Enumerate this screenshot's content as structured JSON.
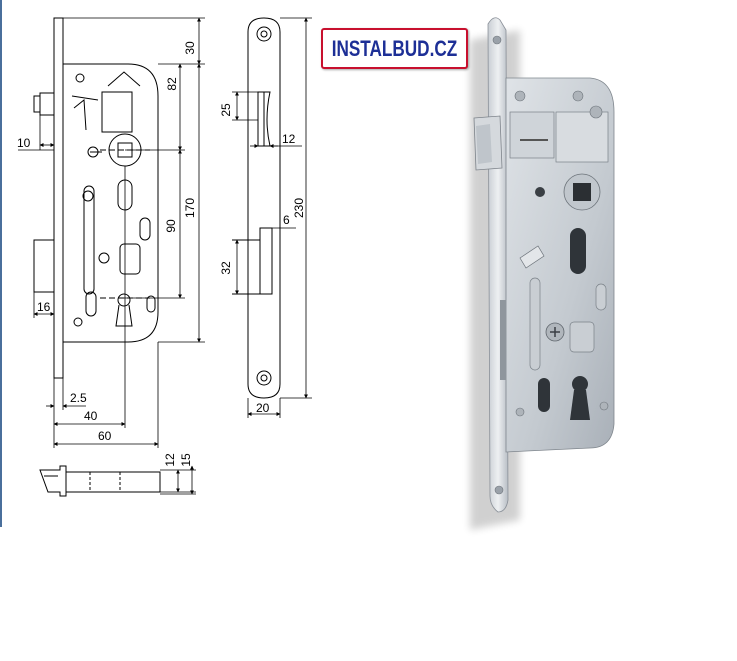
{
  "brand": {
    "logo_text": "INSTALBUD.CZ",
    "border_color": "#c8102e",
    "text_color": "#1d2f96"
  },
  "dimensions": {
    "front_view": [
      "30",
      "82",
      "170",
      "90",
      "10",
      "16",
      "2.5",
      "40",
      "60"
    ],
    "side_view": [
      "25",
      "12",
      "6",
      "230",
      "32",
      "20"
    ],
    "bottom_view": [
      "12",
      "15"
    ]
  },
  "colors": {
    "line": "#000000",
    "plate_light": "#e9ecef",
    "plate_dark": "#aeb5bd",
    "accent_bar": "#4a6f9c"
  }
}
